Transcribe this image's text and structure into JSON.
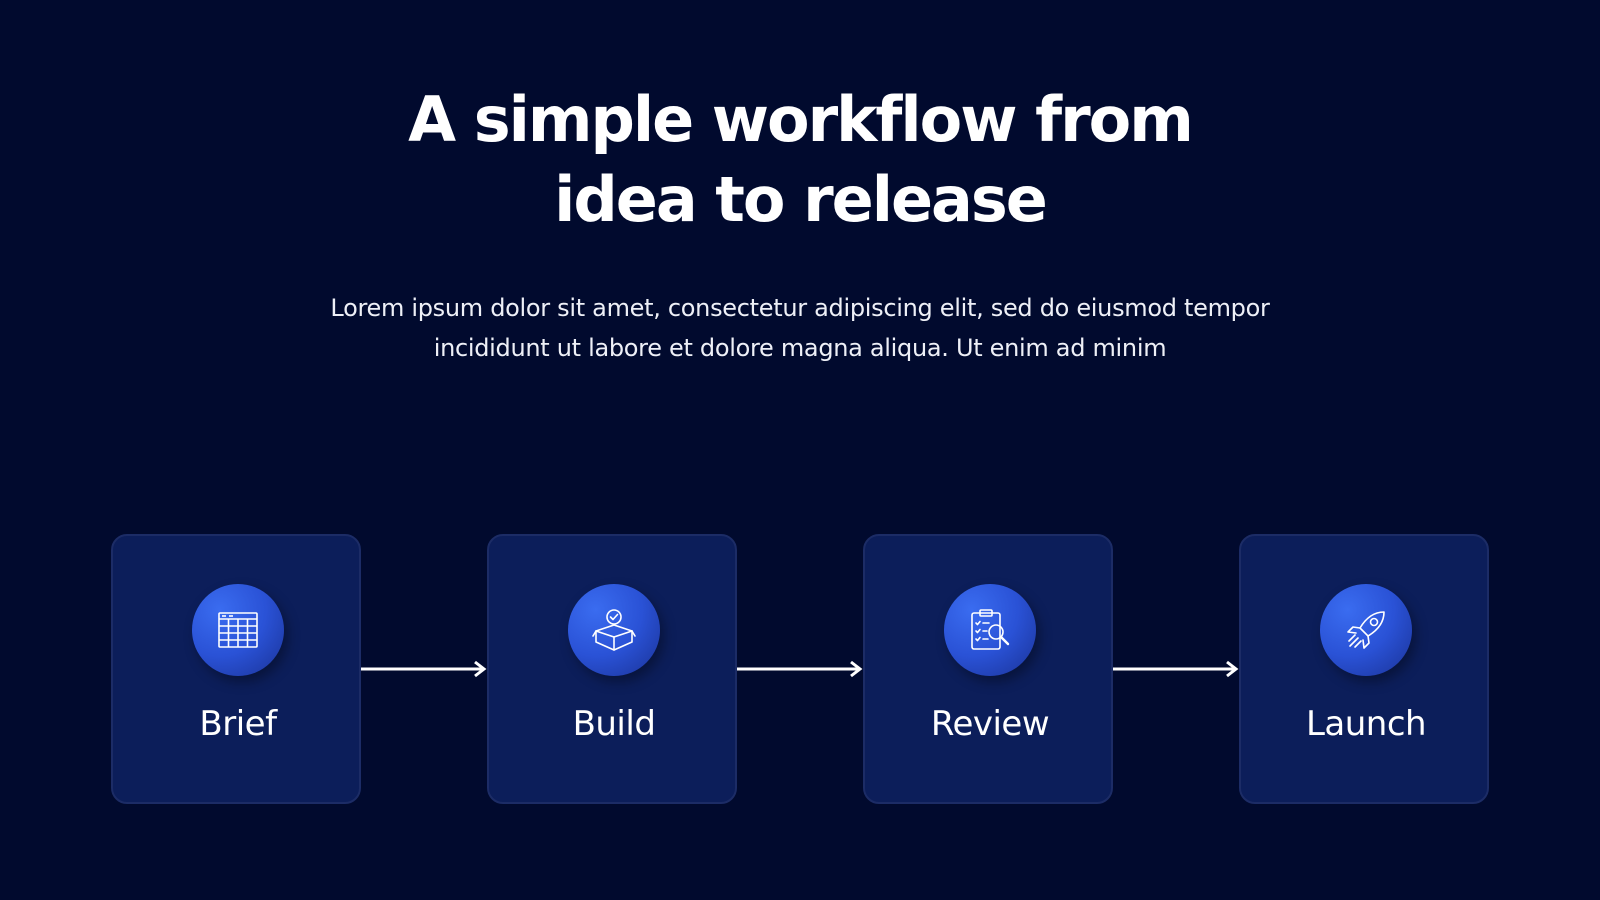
{
  "header": {
    "title_line1": "A simple workflow from",
    "title_line2": "idea to release",
    "description_line1": "Lorem ipsum dolor sit amet, consectetur adipiscing elit, sed do eiusmod tempor",
    "description_line2": "incididunt ut labore et dolore magna aliqua. Ut enim ad minim"
  },
  "workflow": {
    "steps": [
      {
        "label": "Brief",
        "icon": "spreadsheet-icon"
      },
      {
        "label": "Build",
        "icon": "package-check-icon"
      },
      {
        "label": "Review",
        "icon": "clipboard-search-icon"
      },
      {
        "label": "Launch",
        "icon": "rocket-icon"
      }
    ]
  },
  "colors": {
    "background": "#010a2e",
    "card": "#0c1e5a",
    "card_border": "#1c2c66",
    "icon_circle": "#2a52d6",
    "text": "#ffffff"
  }
}
